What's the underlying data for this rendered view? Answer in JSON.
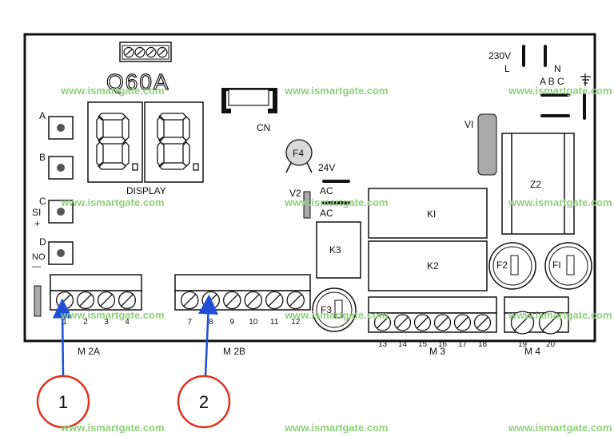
{
  "board": {
    "model": "Q60A",
    "display_label": "DISPLAY",
    "cn_label": "CN",
    "fuse_f4": "F4",
    "v2_label": "V2",
    "ac_24v": "24V",
    "ac_1": "AC",
    "ac_2": "AC",
    "power_230": "230V",
    "power_l": "L",
    "power_n": "N",
    "abc_label": "A B C",
    "vi_label": "VI",
    "z2_label": "Z2",
    "k1_label": "KI",
    "k2_label": "K2",
    "k3_label": "K3",
    "fuse_f1": "FI",
    "fuse_f2": "F2",
    "fuse_f3": "F3"
  },
  "buttons": {
    "a": "A",
    "b": "B",
    "c": "C",
    "c_si": "SI",
    "c_plus": "+",
    "d": "D",
    "d_no": "NO",
    "d_minus": "—"
  },
  "terminals": {
    "m2a": {
      "label": "M 2A",
      "numbers": [
        "1",
        "2",
        "3",
        "4"
      ]
    },
    "m2b": {
      "label": "M 2B",
      "numbers": [
        "7",
        "8",
        "9",
        "10",
        "11",
        "12"
      ]
    },
    "m3": {
      "label": "M 3",
      "numbers": [
        "13",
        "14",
        "15",
        "16",
        "17",
        "18"
      ]
    },
    "m4": {
      "label": "M 4",
      "numbers": [
        "19",
        "20"
      ]
    }
  },
  "callouts": [
    {
      "number": "1",
      "color": "#e0321e"
    },
    {
      "number": "2",
      "color": "#e0321e"
    }
  ],
  "watermark": "www.ismartgate.com",
  "colors": {
    "arrow": "#1f4fd6",
    "callout": "#e0321e",
    "watermark": "#8fd17a",
    "board": "#111111"
  }
}
